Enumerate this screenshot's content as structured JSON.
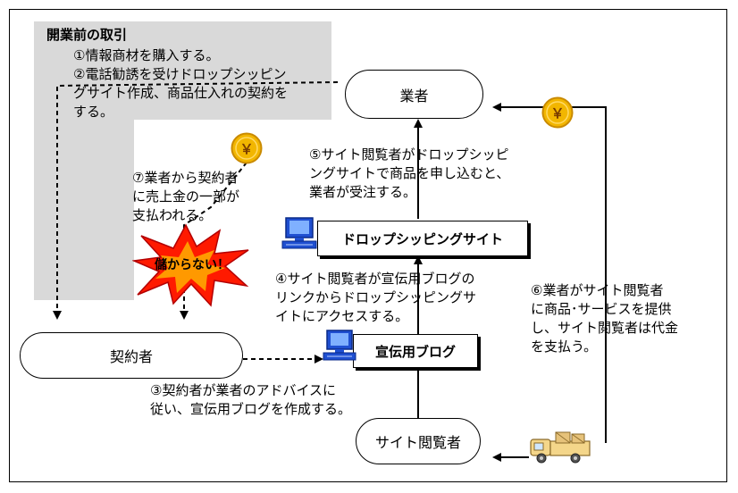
{
  "pre_trade": {
    "heading": "開業前の取引",
    "step1": "①情報商材を購入する。",
    "step2_line1": "②電話勧誘を受けドロップシッピン",
    "step2_line2": "グサイト作成、商品仕入れの契約を",
    "step2_line3": "する。"
  },
  "nodes": {
    "vendor": "業者",
    "contractor": "契約者",
    "dropship_site": "ドロップシッピングサイト",
    "blog": "宣伝用ブログ",
    "visitor": "サイト閲覧者"
  },
  "steps": {
    "step3_line1": "③契約者が業者のアドバイスに",
    "step3_line2": "従い、宣伝用ブログを作成する。",
    "step4_line1": "④サイト閲覧者が宣伝用ブログの",
    "step4_line2": "リンクからドロップシッピングサ",
    "step4_line3": "イトにアクセスする。",
    "step5_line1": "⑤サイト閲覧者がドロップシッピ",
    "step5_line2": "ングサイトで商品を申し込むと、",
    "step5_line3": "業者が受注する。",
    "step6_line1": "⑥業者がサイト閲覧者",
    "step6_line2": "に商品･サービスを提供",
    "step6_line3": "し、サイト閲覧者は代金",
    "step6_line4": "を支払う。",
    "step7_line1": "⑦業者から契約者",
    "step7_line2": "に売上金の一部が",
    "step7_line3": "支払われる。"
  },
  "burst_label": "儲からない！",
  "yen_symbol": "￥",
  "colors": {
    "panel": "#d9d9d9",
    "coin": "#f2b600",
    "coin_ring": "#c98a00",
    "burst_red": "#ff1a00",
    "burst_orange": "#ff9900",
    "computer_blue": "#1f4fd1"
  },
  "icons": [
    "yen-coin-icon",
    "computer-icon",
    "delivery-truck-icon",
    "explosion-burst-icon"
  ]
}
